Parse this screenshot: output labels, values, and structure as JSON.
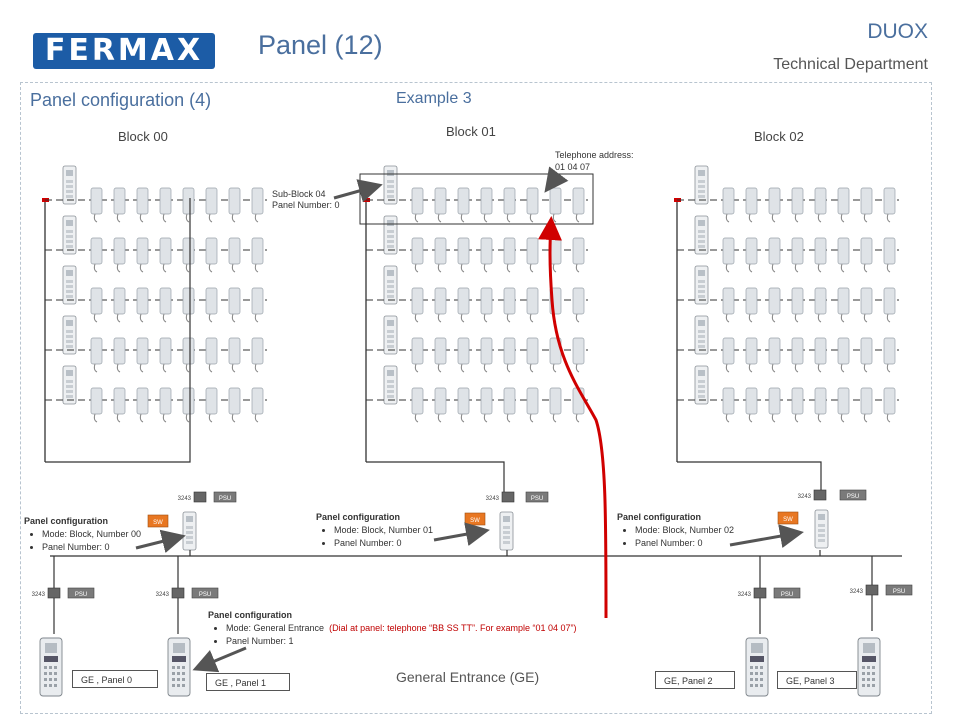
{
  "header": {
    "logo_text": "FERMAX",
    "title": "Panel (12)",
    "brand": "DUOX",
    "department": "Technical Department"
  },
  "section": {
    "title": "Panel configuration (4)",
    "example": "Example 3"
  },
  "blocks": [
    {
      "label": "Block 00"
    },
    {
      "label": "Block 01"
    },
    {
      "label": "Block 02"
    }
  ],
  "annotations": {
    "telephone_address_label": "Telephone address:",
    "telephone_address_value": "01 04 07",
    "sub_block": "Sub-Block 04",
    "panel_number_0": "Panel Number: 0"
  },
  "configs": [
    {
      "heading": "Panel configuration",
      "mode": "Mode: Block, Number 00",
      "panel": "Panel Number: 0"
    },
    {
      "heading": "Panel configuration",
      "mode": "Mode: Block, Number 01",
      "panel": "Panel Number: 0"
    },
    {
      "heading": "Panel configuration",
      "mode": "Mode: Block, Number 02",
      "panel": "Panel Number: 0"
    },
    {
      "heading": "Panel configuration",
      "mode": "Mode: General Entrance",
      "mode_note": "(Dial at panel: telephone “BB SS TT”. For example “01  04  07”)",
      "panel": "Panel Number: 1"
    }
  ],
  "device_labels": {
    "distributor": "3243",
    "psu": "PSU",
    "switch": "SW"
  },
  "general_entrance": {
    "label": "General Entrance (GE)",
    "panels": [
      "GE , Panel 0",
      "GE , Panel 1",
      "GE, Panel 2",
      "GE, Panel 3"
    ]
  },
  "colors": {
    "accent_blue": "#4a6f9e",
    "logo_blue": "#1c5ca6",
    "highlight_red": "#d00000",
    "switch_orange": "#e87722",
    "device_gray": "#7a7a7a"
  }
}
